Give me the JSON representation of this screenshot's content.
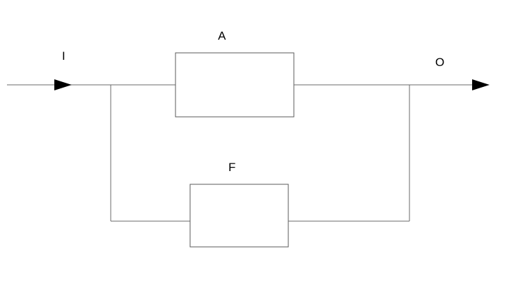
{
  "labels": {
    "input": "I",
    "output": "O",
    "forward_block": "A",
    "feedback_block": "F"
  },
  "colors": {
    "line": "#6a6a6a",
    "block_border": "#5a5a5a",
    "arrow": "#000000",
    "text": "#000000"
  }
}
